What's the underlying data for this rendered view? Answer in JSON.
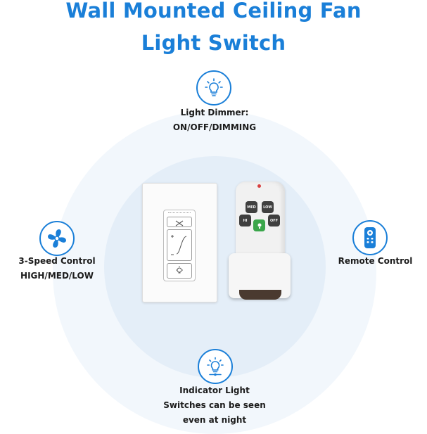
{
  "title": {
    "line1": "Wall Mounted Ceiling Fan",
    "line2": "Light Switch"
  },
  "features": {
    "dimmer": {
      "icon": "lightbulb-icon",
      "line1": "Light Dimmer:",
      "line2": "ON/OFF/DIMMING"
    },
    "speed": {
      "icon": "fan-icon",
      "line1": "3-Speed Control",
      "line2": "HIGH/MED/LOW"
    },
    "remote": {
      "icon": "remote-icon",
      "line1": "Remote Control"
    },
    "indicator": {
      "icon": "indicator-light-icon",
      "line1": "Indicator Light",
      "line2": "Switches can be seen",
      "line3": "even at night"
    }
  },
  "remote_buttons": {
    "med": "MED",
    "low": "LOW",
    "hi": "HI",
    "off": "OFF"
  },
  "colors": {
    "accent": "#1a7fd8",
    "text": "#1c1c1c",
    "outer_circle": "#f2f7fc",
    "inner_circle": "#e4eef8",
    "light_button": "#3aa64a",
    "remote_buttons": "#3f3f3f"
  }
}
